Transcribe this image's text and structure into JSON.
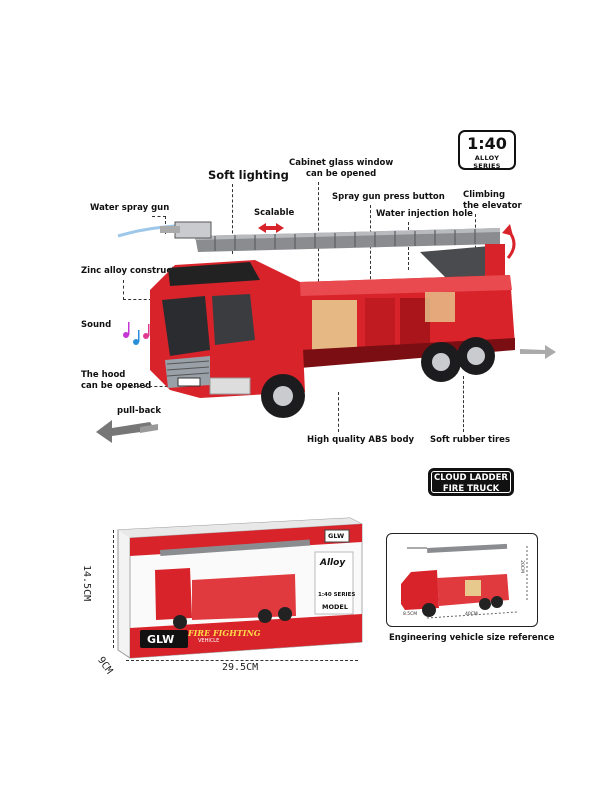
{
  "scale_badge": {
    "number": "1:40",
    "subtitle": "ALLOY SERIES"
  },
  "labels": {
    "soft_lighting": "Soft lighting",
    "cabinet_glass": "Cabinet glass window\ncan be opened",
    "water_spray_gun": "Water spray gun",
    "scalable": "Scalable",
    "spray_gun_button": "Spray gun press button",
    "climbing": "Climbing\nthe elevator",
    "water_injection": "Water injection hole",
    "zinc_alloy": "Zinc alloy construction",
    "sound": "Sound",
    "hood": "The hood\ncan be opened",
    "pull_back": "pull-back",
    "abs_body": "High quality ABS body",
    "rubber_tires": "Soft rubber tires"
  },
  "product_title": "CLOUD LADDER\nFIRE TRUCK",
  "package": {
    "brand": "GLW",
    "subtitle": "FIRE FIGHTING",
    "vehicle": "VEHICLE",
    "alloy": "Alloy",
    "series": "1:40 SERIES",
    "model": "MODEL",
    "corner_brand": "GLW"
  },
  "dimensions": {
    "height": "14.5CM",
    "depth": "9CM",
    "width": "29.5CM"
  },
  "reference_caption": "Engineering vehicle size reference",
  "reference_dims": {
    "height": "20CM",
    "length": "40CM",
    "depth": "8.5CM"
  },
  "colors": {
    "truck_red": "#d8232a",
    "dark_red": "#9e1218",
    "ladder_gray": "#8a8c90"
  }
}
